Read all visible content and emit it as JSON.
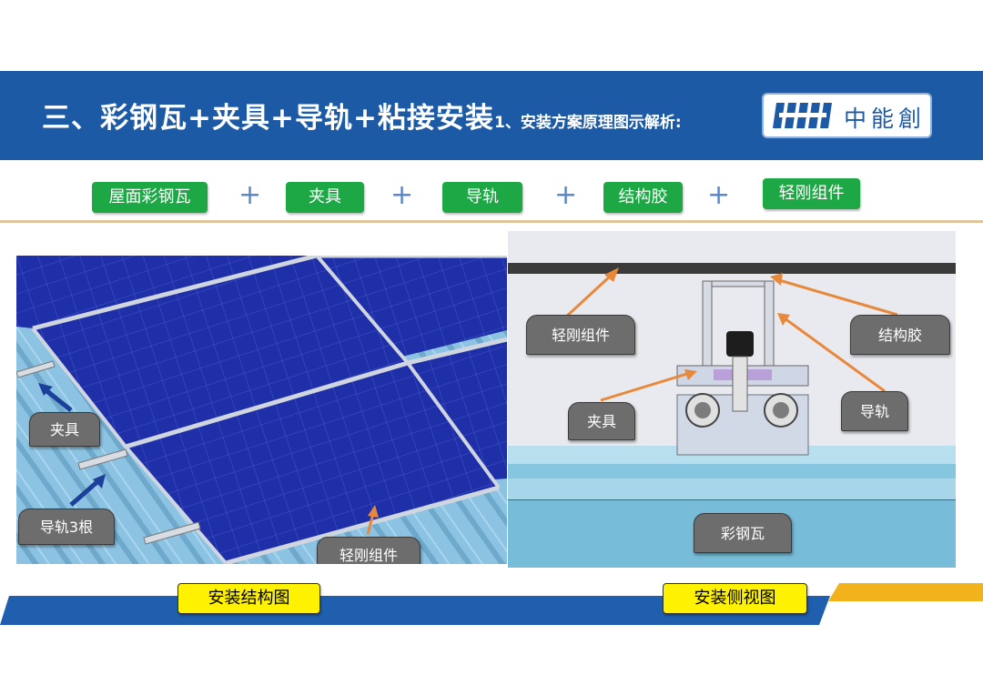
{
  "header": {
    "title": "三、彩钢瓦+夹具+导轨+粘接安装",
    "subtitle": "1、安装方案原理图示解析:",
    "logo_text": "中能創"
  },
  "formula": {
    "items": [
      "屋面彩钢瓦",
      "夹具",
      "导轨",
      "结构胶",
      "轻刚组件"
    ],
    "plus": "+"
  },
  "left_panel": {
    "callouts": {
      "clamp": "夹具",
      "rails": "导轨3根",
      "module": "轻刚组件"
    }
  },
  "right_panel": {
    "callouts": {
      "module": "轻刚组件",
      "adhesive": "结构胶",
      "clamp": "夹具",
      "rail": "导轨",
      "roof": "彩钢瓦"
    }
  },
  "captions": {
    "structure": "安装结构图",
    "side_view": "安装侧视图"
  },
  "colors": {
    "header_bg": "#1c5aa6",
    "pill_green": "#1ea845",
    "caption_yellow": "#fff200",
    "arrow_orange": "#e8883a"
  }
}
